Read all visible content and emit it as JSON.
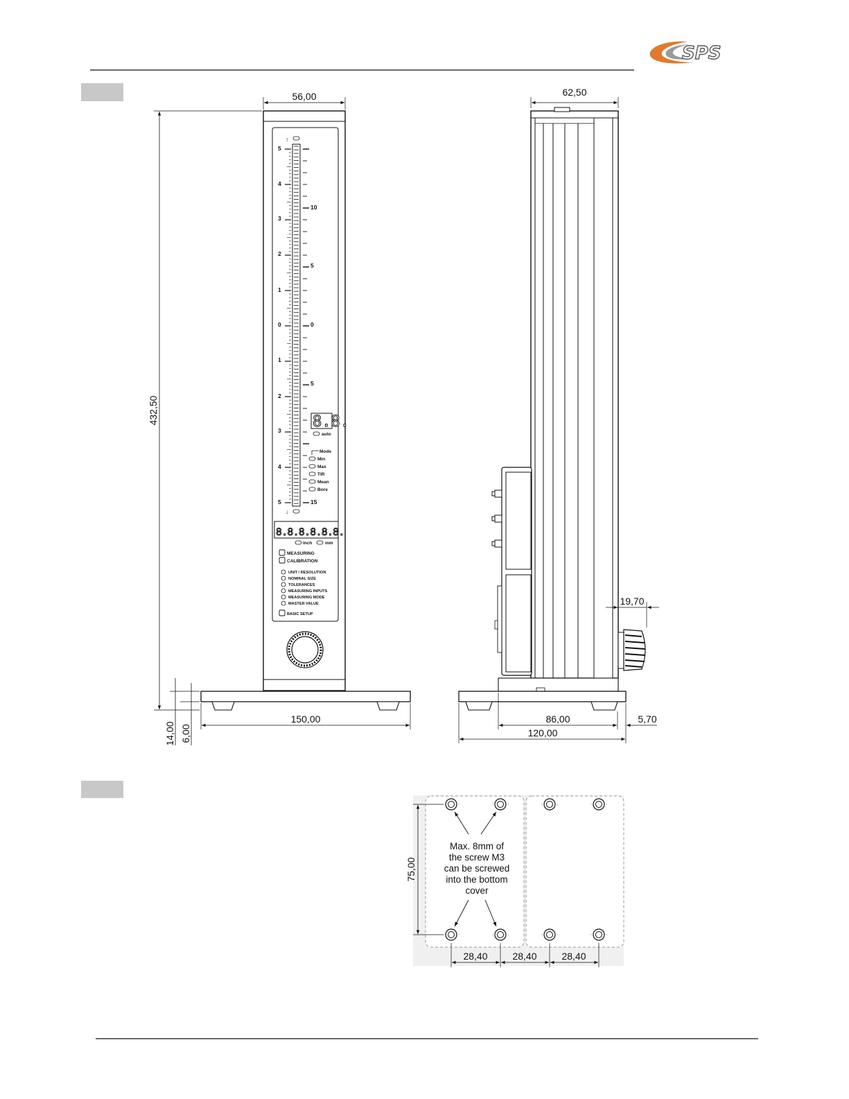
{
  "header": {
    "logo_text": "SPS",
    "logo_color": "#e07a2e"
  },
  "front_view": {
    "width_dim": "56,00",
    "height_dim": "432,50",
    "base_dim": "150,00",
    "base_thickness_dim": "14,00",
    "foot_dim": "6,00",
    "left_scale_labels": [
      "5",
      "4",
      "3",
      "2",
      "1",
      "0",
      "1",
      "2",
      "3",
      "4",
      "5"
    ],
    "right_scale_labels": [
      "10",
      "5",
      "0",
      "5",
      "15"
    ],
    "aux_display": "8.8.",
    "auto_label": "auto",
    "mode": {
      "title": "Mode",
      "items": [
        "Min",
        "Max",
        "TIR",
        "Mean",
        "Bore"
      ]
    },
    "main_display": "8.8.8.8.8.8.",
    "unit_labels": [
      "inch",
      "mm"
    ],
    "buttons": [
      "MEASURING",
      "CALIBRATION"
    ],
    "menu_items": [
      "UNIT / RESOLUTION",
      "NOMINAL SIZE",
      "TOLERANCES",
      "MEASURING INPUTS",
      "MEASURING MODE",
      "MASTER VALUE"
    ],
    "setup_button": "BASIC SETUP"
  },
  "side_view": {
    "depth_dim": "62,50",
    "knob_dim": "19,70",
    "foot_span_dim": "86,00",
    "offset_dim": "5,70",
    "base_depth_dim": "120,00"
  },
  "bottom_view": {
    "height_dim": "75,00",
    "spacing_dims": [
      "28,40",
      "28,40",
      "28,40"
    ],
    "note_lines": [
      "Max. 8mm of",
      "the screw M3",
      "can be screwed",
      "into the bottom",
      "cover"
    ]
  }
}
